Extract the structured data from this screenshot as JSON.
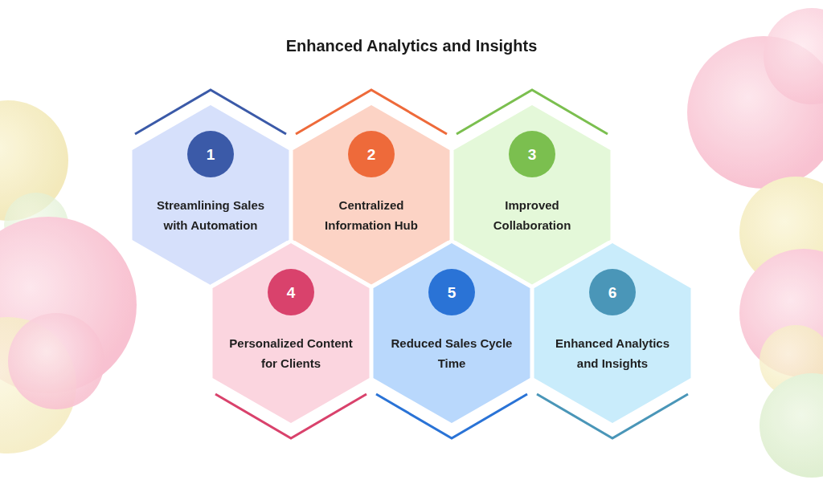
{
  "diagram": {
    "title": "Enhanced Analytics and Insights",
    "nodes": [
      {
        "text": [
          "Streamlining Sales with Automation"
        ]
      },
      {
        "text": [
          "1"
        ],
        "in": 0
      },
      {
        "text": [
          "Centralized Information Hub"
        ]
      },
      {
        "text": [
          "2"
        ],
        "in": 2
      },
      {
        "text": [
          "Improved Collaboration"
        ]
      },
      {
        "text": [
          "3"
        ],
        "in": 4
      },
      {
        "text": [
          "Personalized Content for Clients"
        ]
      },
      {
        "text": [
          "4"
        ],
        "in": 6
      },
      {
        "text": [
          "Reduced Sales Cycle Time"
        ]
      },
      {
        "text": [
          "5"
        ],
        "in": 8
      },
      {
        "text": [
          "Enhanced Analytics and Insights"
        ]
      },
      {
        "text": [
          "6"
        ],
        "in": 10
      }
    ]
  }
}
